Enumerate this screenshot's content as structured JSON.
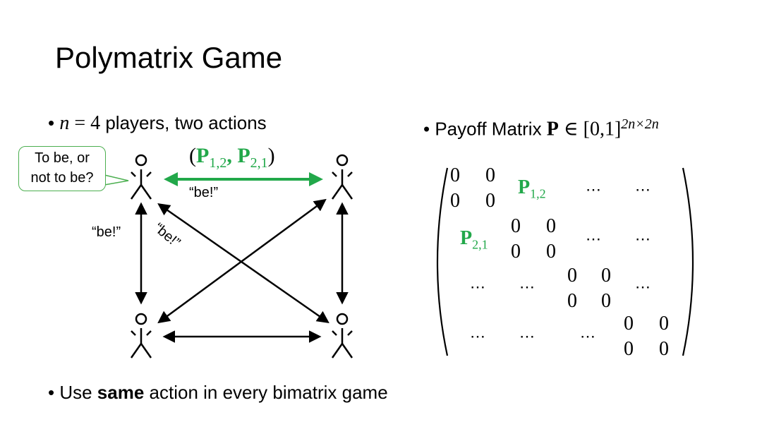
{
  "slide": {
    "title": "Polymatrix Game",
    "bullet1": {
      "prefix": "• ",
      "math_var": "n",
      "math_eq": " = 4",
      "text": " players, two actions"
    },
    "bullet2": {
      "prefix": "• Payoff Matrix ",
      "sym_P": "P",
      "sym_in": " ∈ [0,1]",
      "superscript": "2n×2n"
    },
    "bullet3": {
      "prefix": "• Use ",
      "bold": "same",
      "suffix": " action in every bimatrix game"
    }
  },
  "diagram": {
    "speech_bubble": {
      "line1": "To be, or",
      "line2": "not to be?"
    },
    "edge_label": {
      "open": "(",
      "p12": "P",
      "p12_sub": "1,2",
      "comma": ", ",
      "p21": "P",
      "p21_sub": "2,1",
      "close": ")"
    },
    "quotes": {
      "top": "“be!”",
      "left": "“be!”",
      "diag": "“be!”"
    },
    "colors": {
      "highlight": "#22a84a",
      "bubble_border": "#4caf50",
      "ink": "#000000"
    }
  },
  "matrix": {
    "zero": "0",
    "dots": "⋯",
    "p12": {
      "sym": "P",
      "sub": "1,2"
    },
    "p21": {
      "sym": "P",
      "sub": "2,1"
    }
  }
}
